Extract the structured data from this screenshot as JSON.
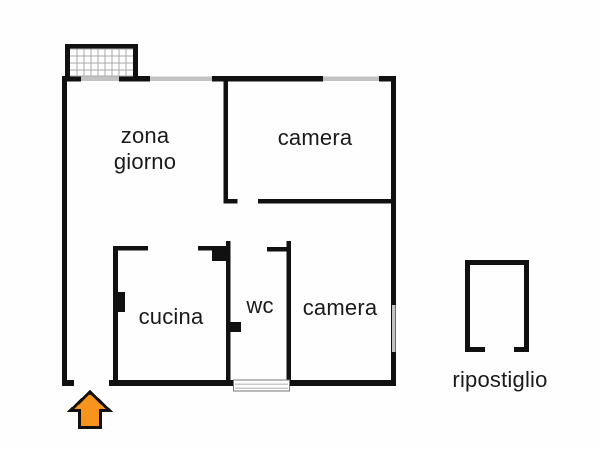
{
  "colors": {
    "wall": "#111111",
    "window": "#c2c2c2",
    "hatch": "#aaaaaa",
    "arrow_fill": "#f7941e"
  },
  "icons": {
    "entrance_arrow": "up-arrow",
    "balcony_hatch": "grid-hatch"
  },
  "rooms": {
    "living": {
      "label_line1": "zona",
      "label_line2": "giorno"
    },
    "bedroom_top": {
      "label": "camera"
    },
    "kitchen": {
      "label": "cucina"
    },
    "wc": {
      "label": "wc"
    },
    "bedroom_bottom": {
      "label": "camera"
    },
    "storage": {
      "label": "ripostiglio"
    }
  }
}
